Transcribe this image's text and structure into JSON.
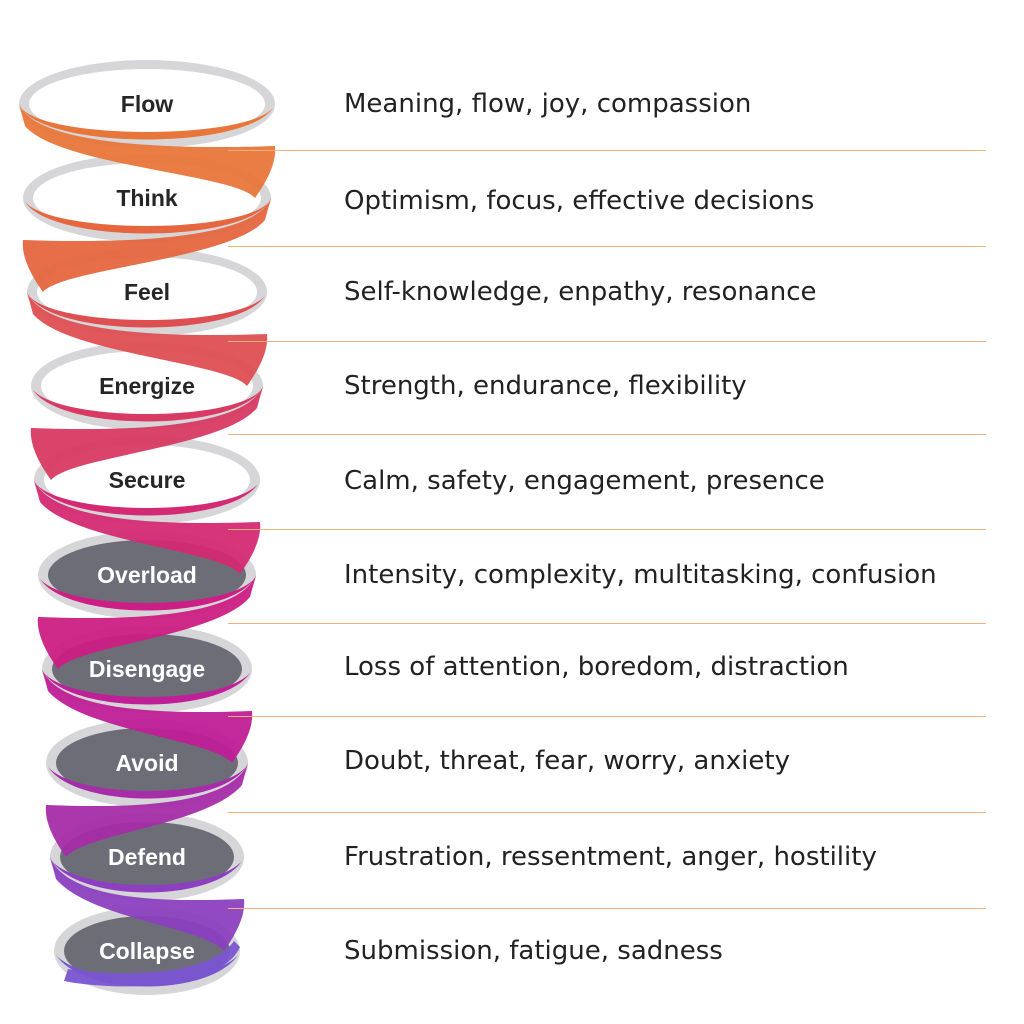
{
  "levels": [
    {
      "name": "Flow",
      "description": "Meaning, flow, joy, compassion",
      "zone": "upper"
    },
    {
      "name": "Think",
      "description": "Optimism, focus, effective decisions",
      "zone": "upper"
    },
    {
      "name": "Feel",
      "description": "Self-knowledge, enpathy, resonance",
      "zone": "upper"
    },
    {
      "name": "Energize",
      "description": "Strength, endurance, flexibility",
      "zone": "upper"
    },
    {
      "name": "Secure",
      "description": "Calm, safety, engagement, presence",
      "zone": "upper"
    },
    {
      "name": "Overload",
      "description": "Intensity, complexity, multitasking, confusion",
      "zone": "lower"
    },
    {
      "name": "Disengage",
      "description": "Loss of attention, boredom, distraction",
      "zone": "lower"
    },
    {
      "name": "Avoid",
      "description": "Doubt, threat, fear, worry, anxiety",
      "zone": "lower"
    },
    {
      "name": "Defend",
      "description": "Frustration, ressentment, anger, hostility",
      "zone": "lower"
    },
    {
      "name": "Collapse",
      "description": "Submission, fatigue, sadness",
      "zone": "lower"
    }
  ],
  "colors": {
    "ribbon": [
      "#e8763a",
      "#e5663f",
      "#de4f52",
      "#d83a63",
      "#d42a73",
      "#cc1e84",
      "#bf1f97",
      "#a72ca8",
      "#8c40c0",
      "#7a55d0"
    ],
    "ring_back": "#d6d6d9",
    "ring_front": "#e9e9ec",
    "upper_fill": "#ffffff",
    "lower_fill": "#6d6d78",
    "upper_text": "#262626",
    "lower_text": "#ffffff",
    "divider": "#f2b27a"
  }
}
